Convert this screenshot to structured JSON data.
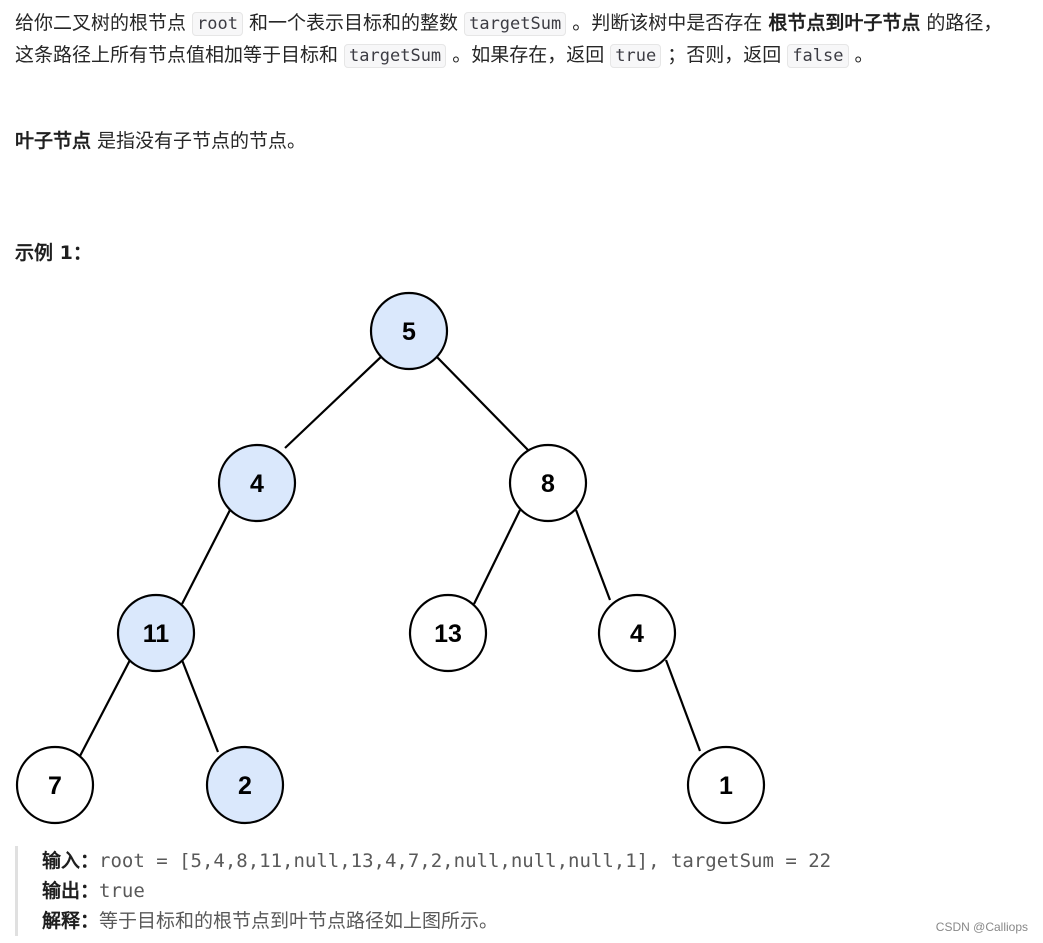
{
  "description": {
    "p1": {
      "t1": "给你二叉树的根节点 ",
      "c1": "root",
      "t2": " 和一个表示目标和的整数 ",
      "c2": "targetSum",
      "t3": " 。判断该树中是否存在 ",
      "b1": "根节点到叶子节点",
      "t4": " 的路径，这条路径上所有节点值相加等于目标和 ",
      "c3": "targetSum",
      "t5": " 。如果存在，返回 ",
      "c4": "true",
      "t6": " ；否则，返回 ",
      "c5": "false",
      "t7": " 。"
    },
    "p2": {
      "b1": "叶子节点",
      "t1": " 是指没有子节点的节点。"
    }
  },
  "example": {
    "title": "示例 1：",
    "input_label": "输入：",
    "input_value": "root = [5,4,8,11,null,13,4,7,2,null,null,null,1], targetSum = 22",
    "output_label": "输出：",
    "output_value": "true",
    "explain_label": "解释：",
    "explain_value": "等于目标和的根节点到叶节点路径如上图所示。"
  },
  "tree": {
    "highlight_color": "#dae8fc",
    "nodes": {
      "root": {
        "value": "5",
        "highlighted": true
      },
      "n4": {
        "value": "4",
        "highlighted": true
      },
      "n8": {
        "value": "8",
        "highlighted": false
      },
      "n11": {
        "value": "11",
        "highlighted": true
      },
      "n13": {
        "value": "13",
        "highlighted": false
      },
      "n4b": {
        "value": "4",
        "highlighted": false
      },
      "n7": {
        "value": "7",
        "highlighted": false
      },
      "n2": {
        "value": "2",
        "highlighted": true
      },
      "n1": {
        "value": "1",
        "highlighted": false
      }
    }
  },
  "watermark": "CSDN @Calliops"
}
